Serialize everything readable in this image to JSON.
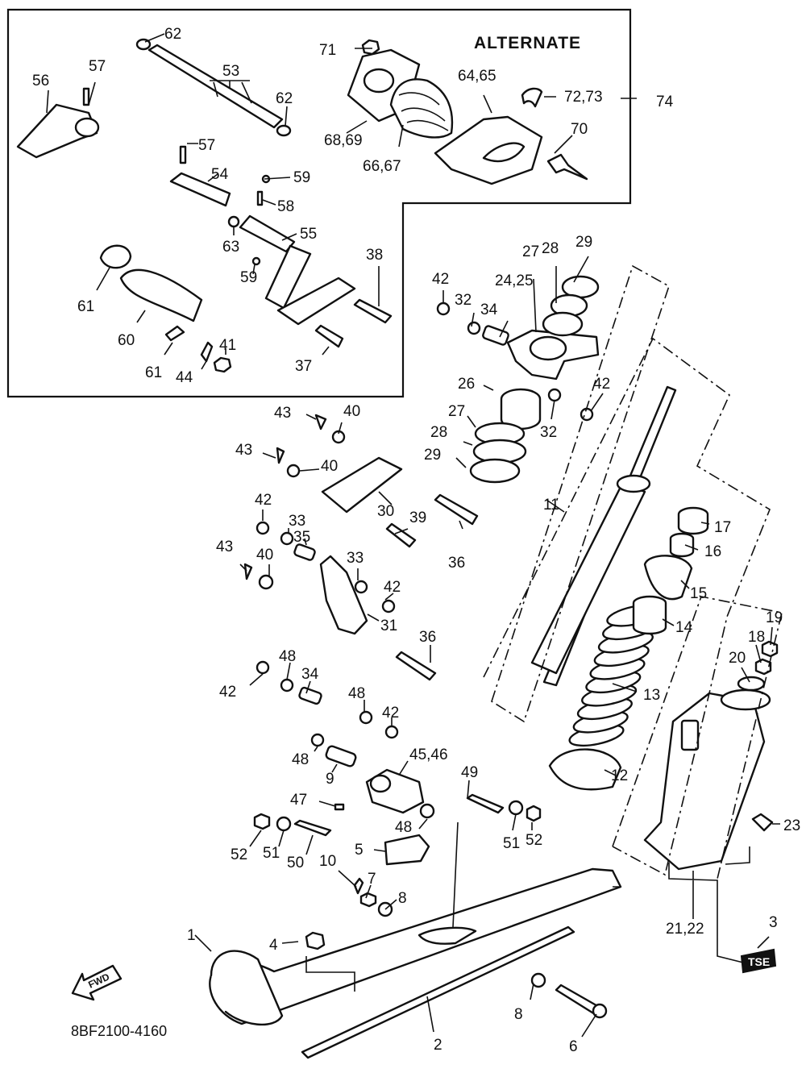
{
  "diagram": {
    "heading": "ALTERNATE",
    "drawing_code": "8BF2100-4160",
    "fwd_label": "FWD",
    "tse_label": "TSE",
    "line_color": "#111111",
    "background_color": "#ffffff"
  },
  "callouts": [
    {
      "id": "c-62a",
      "text": "62"
    },
    {
      "id": "c-57a",
      "text": "57"
    },
    {
      "id": "c-56",
      "text": "56"
    },
    {
      "id": "c-53",
      "text": "53"
    },
    {
      "id": "c-62b",
      "text": "62"
    },
    {
      "id": "c-71",
      "text": "71"
    },
    {
      "id": "c-6465",
      "text": "64,65"
    },
    {
      "id": "c-7273",
      "text": "72,73"
    },
    {
      "id": "c-74",
      "text": "74"
    },
    {
      "id": "c-70",
      "text": "70"
    },
    {
      "id": "c-6869",
      "text": "68,69"
    },
    {
      "id": "c-6667",
      "text": "66,67"
    },
    {
      "id": "c-57b",
      "text": "57"
    },
    {
      "id": "c-54",
      "text": "54"
    },
    {
      "id": "c-59a",
      "text": "59"
    },
    {
      "id": "c-58",
      "text": "58"
    },
    {
      "id": "c-63",
      "text": "63"
    },
    {
      "id": "c-55",
      "text": "55"
    },
    {
      "id": "c-59b",
      "text": "59"
    },
    {
      "id": "c-38",
      "text": "38"
    },
    {
      "id": "c-61a",
      "text": "61"
    },
    {
      "id": "c-60",
      "text": "60"
    },
    {
      "id": "c-61b",
      "text": "61"
    },
    {
      "id": "c-44",
      "text": "44"
    },
    {
      "id": "c-41",
      "text": "41"
    },
    {
      "id": "c-37",
      "text": "37"
    },
    {
      "id": "c-42a",
      "text": "42"
    },
    {
      "id": "c-32a",
      "text": "32"
    },
    {
      "id": "c-34a",
      "text": "34"
    },
    {
      "id": "c-2425",
      "text": "24,25"
    },
    {
      "id": "c-27a",
      "text": "27"
    },
    {
      "id": "c-28a",
      "text": "28"
    },
    {
      "id": "c-29a",
      "text": "29"
    },
    {
      "id": "c-42b",
      "text": "42"
    },
    {
      "id": "c-32b",
      "text": "32"
    },
    {
      "id": "c-26",
      "text": "26"
    },
    {
      "id": "c-27b",
      "text": "27"
    },
    {
      "id": "c-28b",
      "text": "28"
    },
    {
      "id": "c-29b",
      "text": "29"
    },
    {
      "id": "c-43a",
      "text": "43"
    },
    {
      "id": "c-40a",
      "text": "40"
    },
    {
      "id": "c-43b",
      "text": "43"
    },
    {
      "id": "c-40b",
      "text": "40"
    },
    {
      "id": "c-30",
      "text": "30"
    },
    {
      "id": "c-39",
      "text": "39"
    },
    {
      "id": "c-36a",
      "text": "36"
    },
    {
      "id": "c-11",
      "text": "11"
    },
    {
      "id": "c-42c",
      "text": "42"
    },
    {
      "id": "c-33a",
      "text": "33"
    },
    {
      "id": "c-35",
      "text": "35"
    },
    {
      "id": "c-43c",
      "text": "43"
    },
    {
      "id": "c-40c",
      "text": "40"
    },
    {
      "id": "c-33b",
      "text": "33"
    },
    {
      "id": "c-42d",
      "text": "42"
    },
    {
      "id": "c-31",
      "text": "31"
    },
    {
      "id": "c-17",
      "text": "17"
    },
    {
      "id": "c-16",
      "text": "16"
    },
    {
      "id": "c-15",
      "text": "15"
    },
    {
      "id": "c-14",
      "text": "14"
    },
    {
      "id": "c-36b",
      "text": "36"
    },
    {
      "id": "c-48a",
      "text": "48"
    },
    {
      "id": "c-34b",
      "text": "34"
    },
    {
      "id": "c-42e",
      "text": "42"
    },
    {
      "id": "c-48b",
      "text": "48"
    },
    {
      "id": "c-42f",
      "text": "42"
    },
    {
      "id": "c-19",
      "text": "19"
    },
    {
      "id": "c-18",
      "text": "18"
    },
    {
      "id": "c-20",
      "text": "20"
    },
    {
      "id": "c-13",
      "text": "13"
    },
    {
      "id": "c-48c",
      "text": "48"
    },
    {
      "id": "c-9",
      "text": "9"
    },
    {
      "id": "c-4546",
      "text": "45,46"
    },
    {
      "id": "c-49",
      "text": "49"
    },
    {
      "id": "c-12",
      "text": "12"
    },
    {
      "id": "c-47",
      "text": "47"
    },
    {
      "id": "c-48d",
      "text": "48"
    },
    {
      "id": "c-23",
      "text": "23"
    },
    {
      "id": "c-52a",
      "text": "52"
    },
    {
      "id": "c-51a",
      "text": "51"
    },
    {
      "id": "c-50",
      "text": "50"
    },
    {
      "id": "c-5",
      "text": "5"
    },
    {
      "id": "c-51b",
      "text": "51"
    },
    {
      "id": "c-52b",
      "text": "52"
    },
    {
      "id": "c-10",
      "text": "10"
    },
    {
      "id": "c-7",
      "text": "7"
    },
    {
      "id": "c-8a",
      "text": "8"
    },
    {
      "id": "c-2122",
      "text": "21,22"
    },
    {
      "id": "c-1",
      "text": "1"
    },
    {
      "id": "c-4",
      "text": "4"
    },
    {
      "id": "c-3",
      "text": "3"
    },
    {
      "id": "c-8b",
      "text": "8"
    },
    {
      "id": "c-2",
      "text": "2"
    },
    {
      "id": "c-6",
      "text": "6"
    }
  ]
}
